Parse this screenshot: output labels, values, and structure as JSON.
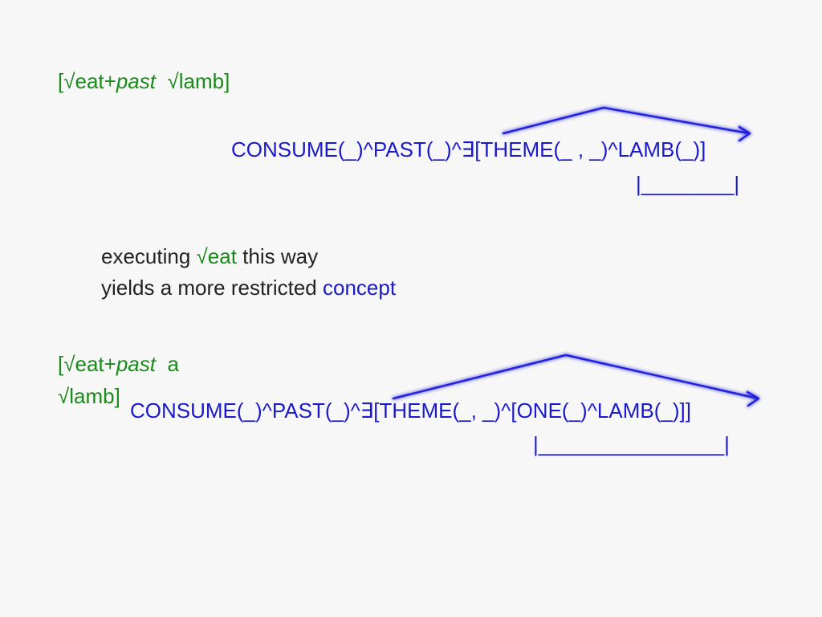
{
  "colors": {
    "green": "#1a8a1a",
    "blue": "#1a1acc",
    "text": "#222222",
    "background": "#f7f7f7"
  },
  "block1": {
    "bracket_open": "[",
    "root1": "√eat+",
    "past": "past",
    "root2": "√lamb]",
    "formula": "CONSUME(_)^PAST(_)^∃[THEME(_ , _)^LAMB(_)]",
    "underline": "|________|"
  },
  "note": {
    "line1_a": "executing ",
    "line1_root": "√eat",
    "line1_b": " this way",
    "line2_a": "yields a more restricted ",
    "line2_concept": "concept"
  },
  "block2": {
    "bracket_open": "[",
    "root1": "√eat+",
    "past": "past",
    "article": "a",
    "root2": "√lamb]",
    "formula": "CONSUME(_)^PAST(_)^∃[THEME(_, _)^[ONE(_)^LAMB(_)]]",
    "underline": "|________________|"
  }
}
